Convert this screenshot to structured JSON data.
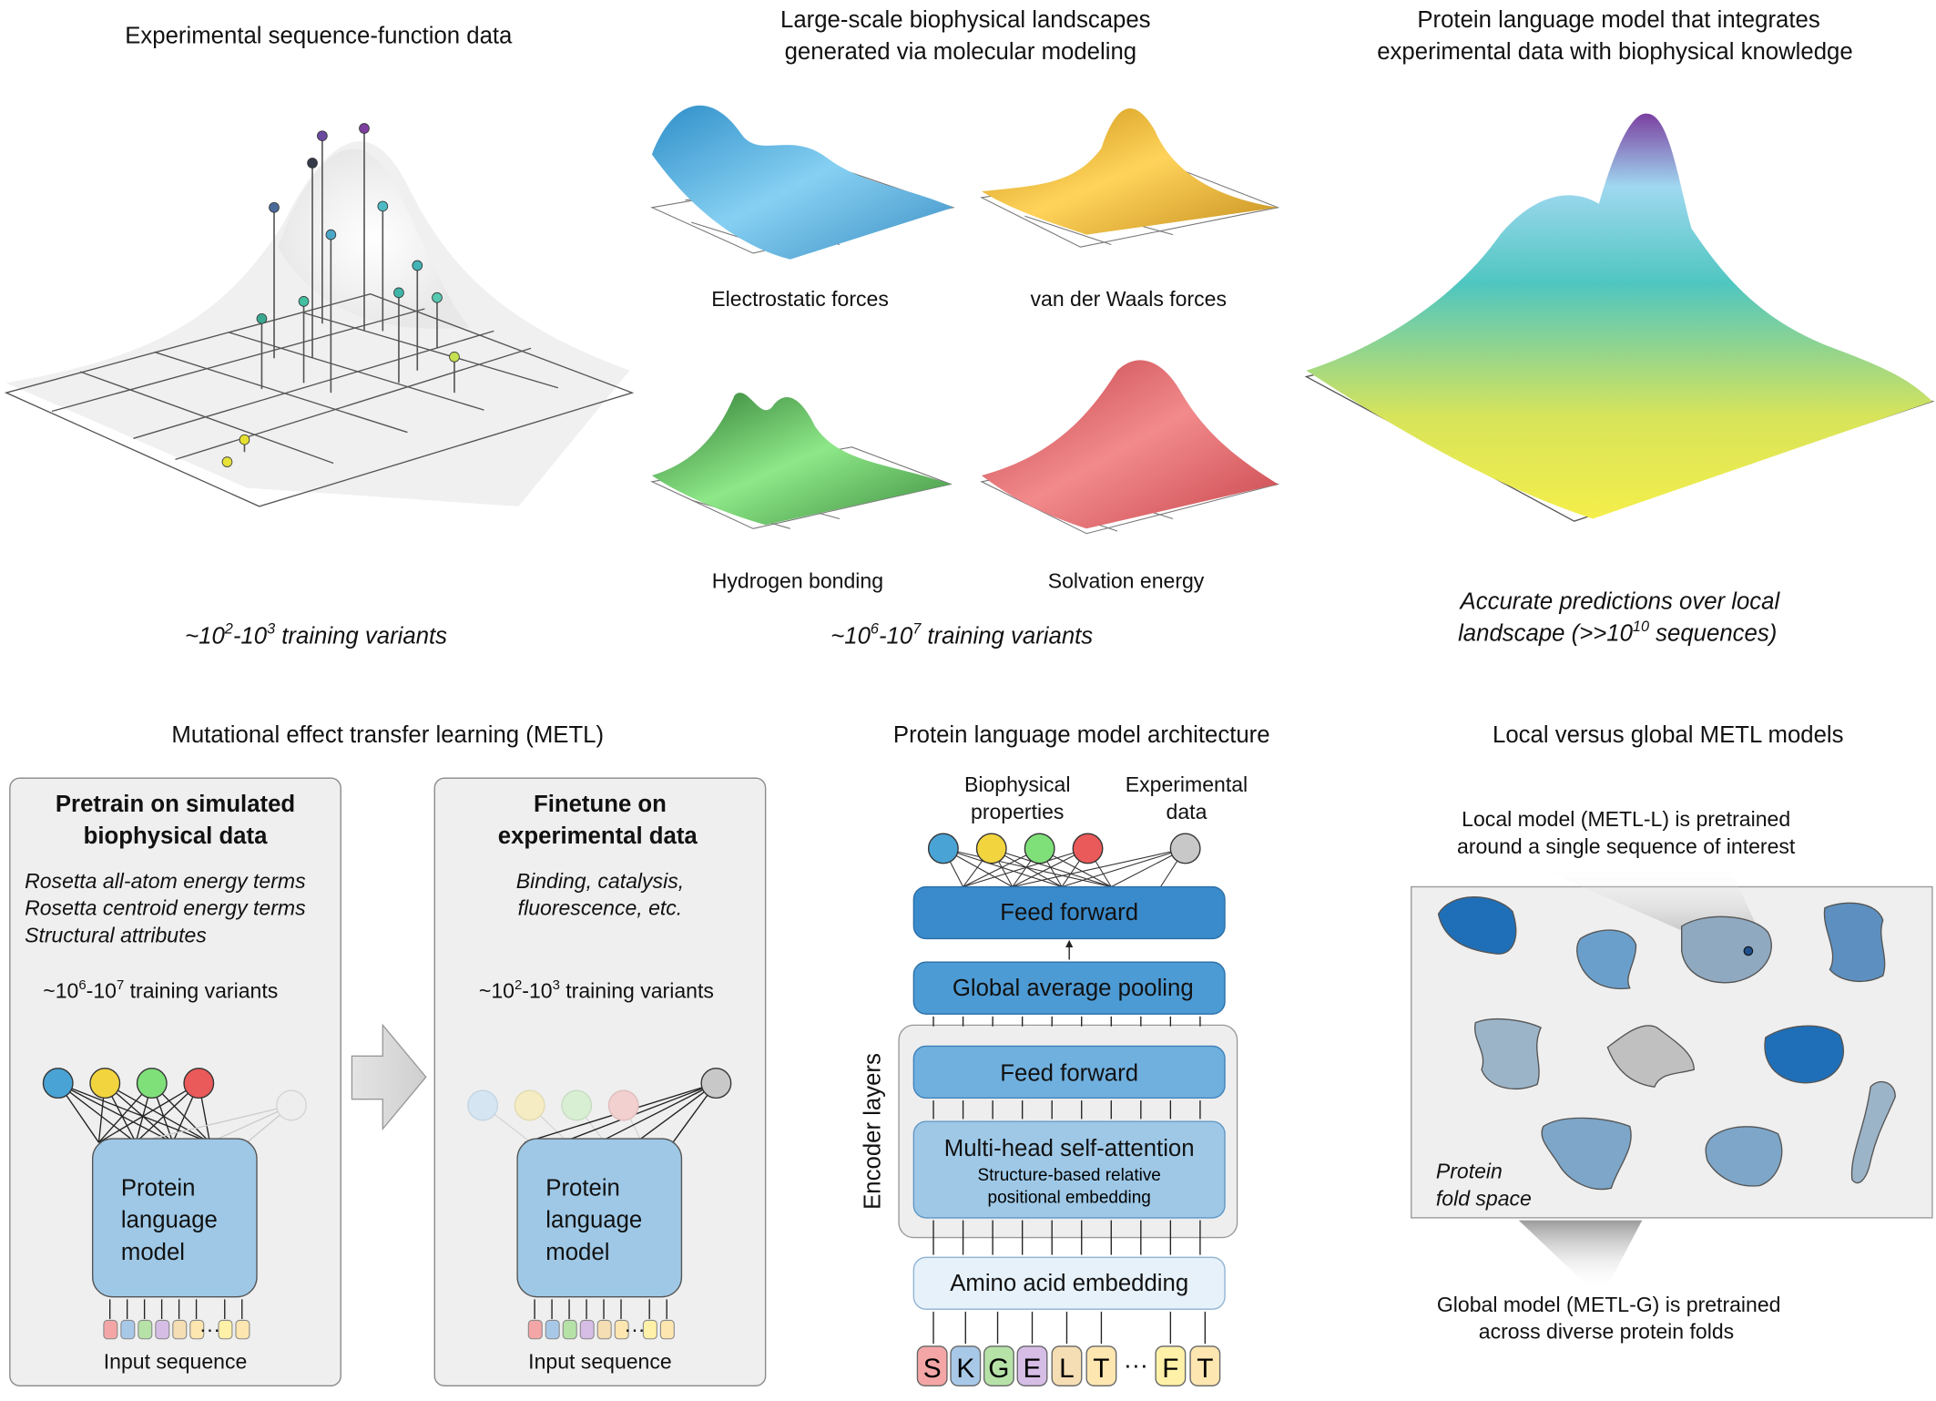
{
  "top": {
    "exp_title": "Experimental sequence-function data",
    "bio_title_1": "Large-scale biophysical landscapes",
    "bio_title_2": "generated via molecular modeling",
    "plm_title_1": "Protein language model that integrates",
    "plm_title_2": "experimental data with biophysical knowledge",
    "landscape_labels": [
      "Electrostatic forces",
      "van der Waals forces",
      "Hydrogen bonding",
      "Solvation energy"
    ],
    "exp_variants_prefix": "~10",
    "exp_variants_sup1": "2",
    "exp_variants_mid": "-10",
    "exp_variants_sup2": "3",
    "exp_variants_suffix": " training variants",
    "bio_variants_prefix": "~10",
    "bio_variants_sup1": "6",
    "bio_variants_mid": "-10",
    "bio_variants_sup2": "7",
    "bio_variants_suffix": " training variants",
    "acc_line1": "Accurate predictions over local",
    "acc_line2_prefix": "landscape (>>10",
    "acc_line2_sup": "10",
    "acc_line2_suffix": " sequences)"
  },
  "metl": {
    "title": "Mutational effect transfer learning (METL)",
    "pretrain_title_1": "Pretrain on simulated",
    "pretrain_title_2": "biophysical data",
    "pretrain_items": [
      "Rosetta all-atom energy terms",
      "Rosetta centroid energy terms",
      "Structural attributes"
    ],
    "pretrain_variants_prefix": "~10",
    "pretrain_variants_sup1": "6",
    "pretrain_variants_mid": "-10",
    "pretrain_variants_sup2": "7",
    "pretrain_variants_suffix": " training variants",
    "finetune_title_1": "Finetune on",
    "finetune_title_2": "experimental data",
    "finetune_items": [
      "Binding, catalysis,",
      "fluorescence, etc."
    ],
    "finetune_variants_prefix": "~10",
    "finetune_variants_sup1": "2",
    "finetune_variants_mid": "-10",
    "finetune_variants_sup2": "3",
    "finetune_variants_suffix": " training variants",
    "plm_box_lines": [
      "Protein",
      "language",
      "model"
    ],
    "input_sequence": "Input sequence",
    "ellipsis": "···"
  },
  "arch": {
    "title": "Protein language model architecture",
    "bio_props_1": "Biophysical",
    "bio_props_2": "properties",
    "exp_data_1": "Experimental",
    "exp_data_2": "data",
    "feed_forward_top": "Feed forward",
    "global_pooling": "Global average pooling",
    "encoder_layers": "Encoder layers",
    "feed_forward_enc": "Feed forward",
    "self_attention": "Multi-head self-attention",
    "rel_pos_1": "Structure-based relative",
    "rel_pos_2": "positional embedding",
    "amino_embedding": "Amino acid embedding",
    "residues": [
      "S",
      "K",
      "G",
      "E",
      "L",
      "T",
      "···",
      "F",
      "T"
    ]
  },
  "fold": {
    "title": "Local versus global METL models",
    "local_1": "Local model (METL-L) is pretrained",
    "local_2": "around a single sequence of interest",
    "space_1": "Protein",
    "space_2": "fold space",
    "global_1": "Global model (METL-G) is pretrained",
    "global_2": "across diverse protein folds"
  },
  "colors": {
    "electrostatic": "#4aa6d8",
    "vdw": "#e6b030",
    "hbond": "#58b45a",
    "solvation": "#d9595e",
    "box_blue": "#9ec8e6",
    "dark_blue": "#3a8bcb",
    "mid_blue": "#6fb0df",
    "light_blue": "#e6f1fa",
    "residue_colors": [
      "#f4a6a6",
      "#a8c8e8",
      "#b6e2a8",
      "#d6bde6",
      "#f5deb3",
      "#fde6b0",
      "#ffffff",
      "#fff1a8",
      "#fde6b0"
    ],
    "node_colors": [
      "#4aa3d5",
      "#f2d43e",
      "#7fe07a",
      "#ea5a5a",
      "#c8c8c8"
    ]
  }
}
